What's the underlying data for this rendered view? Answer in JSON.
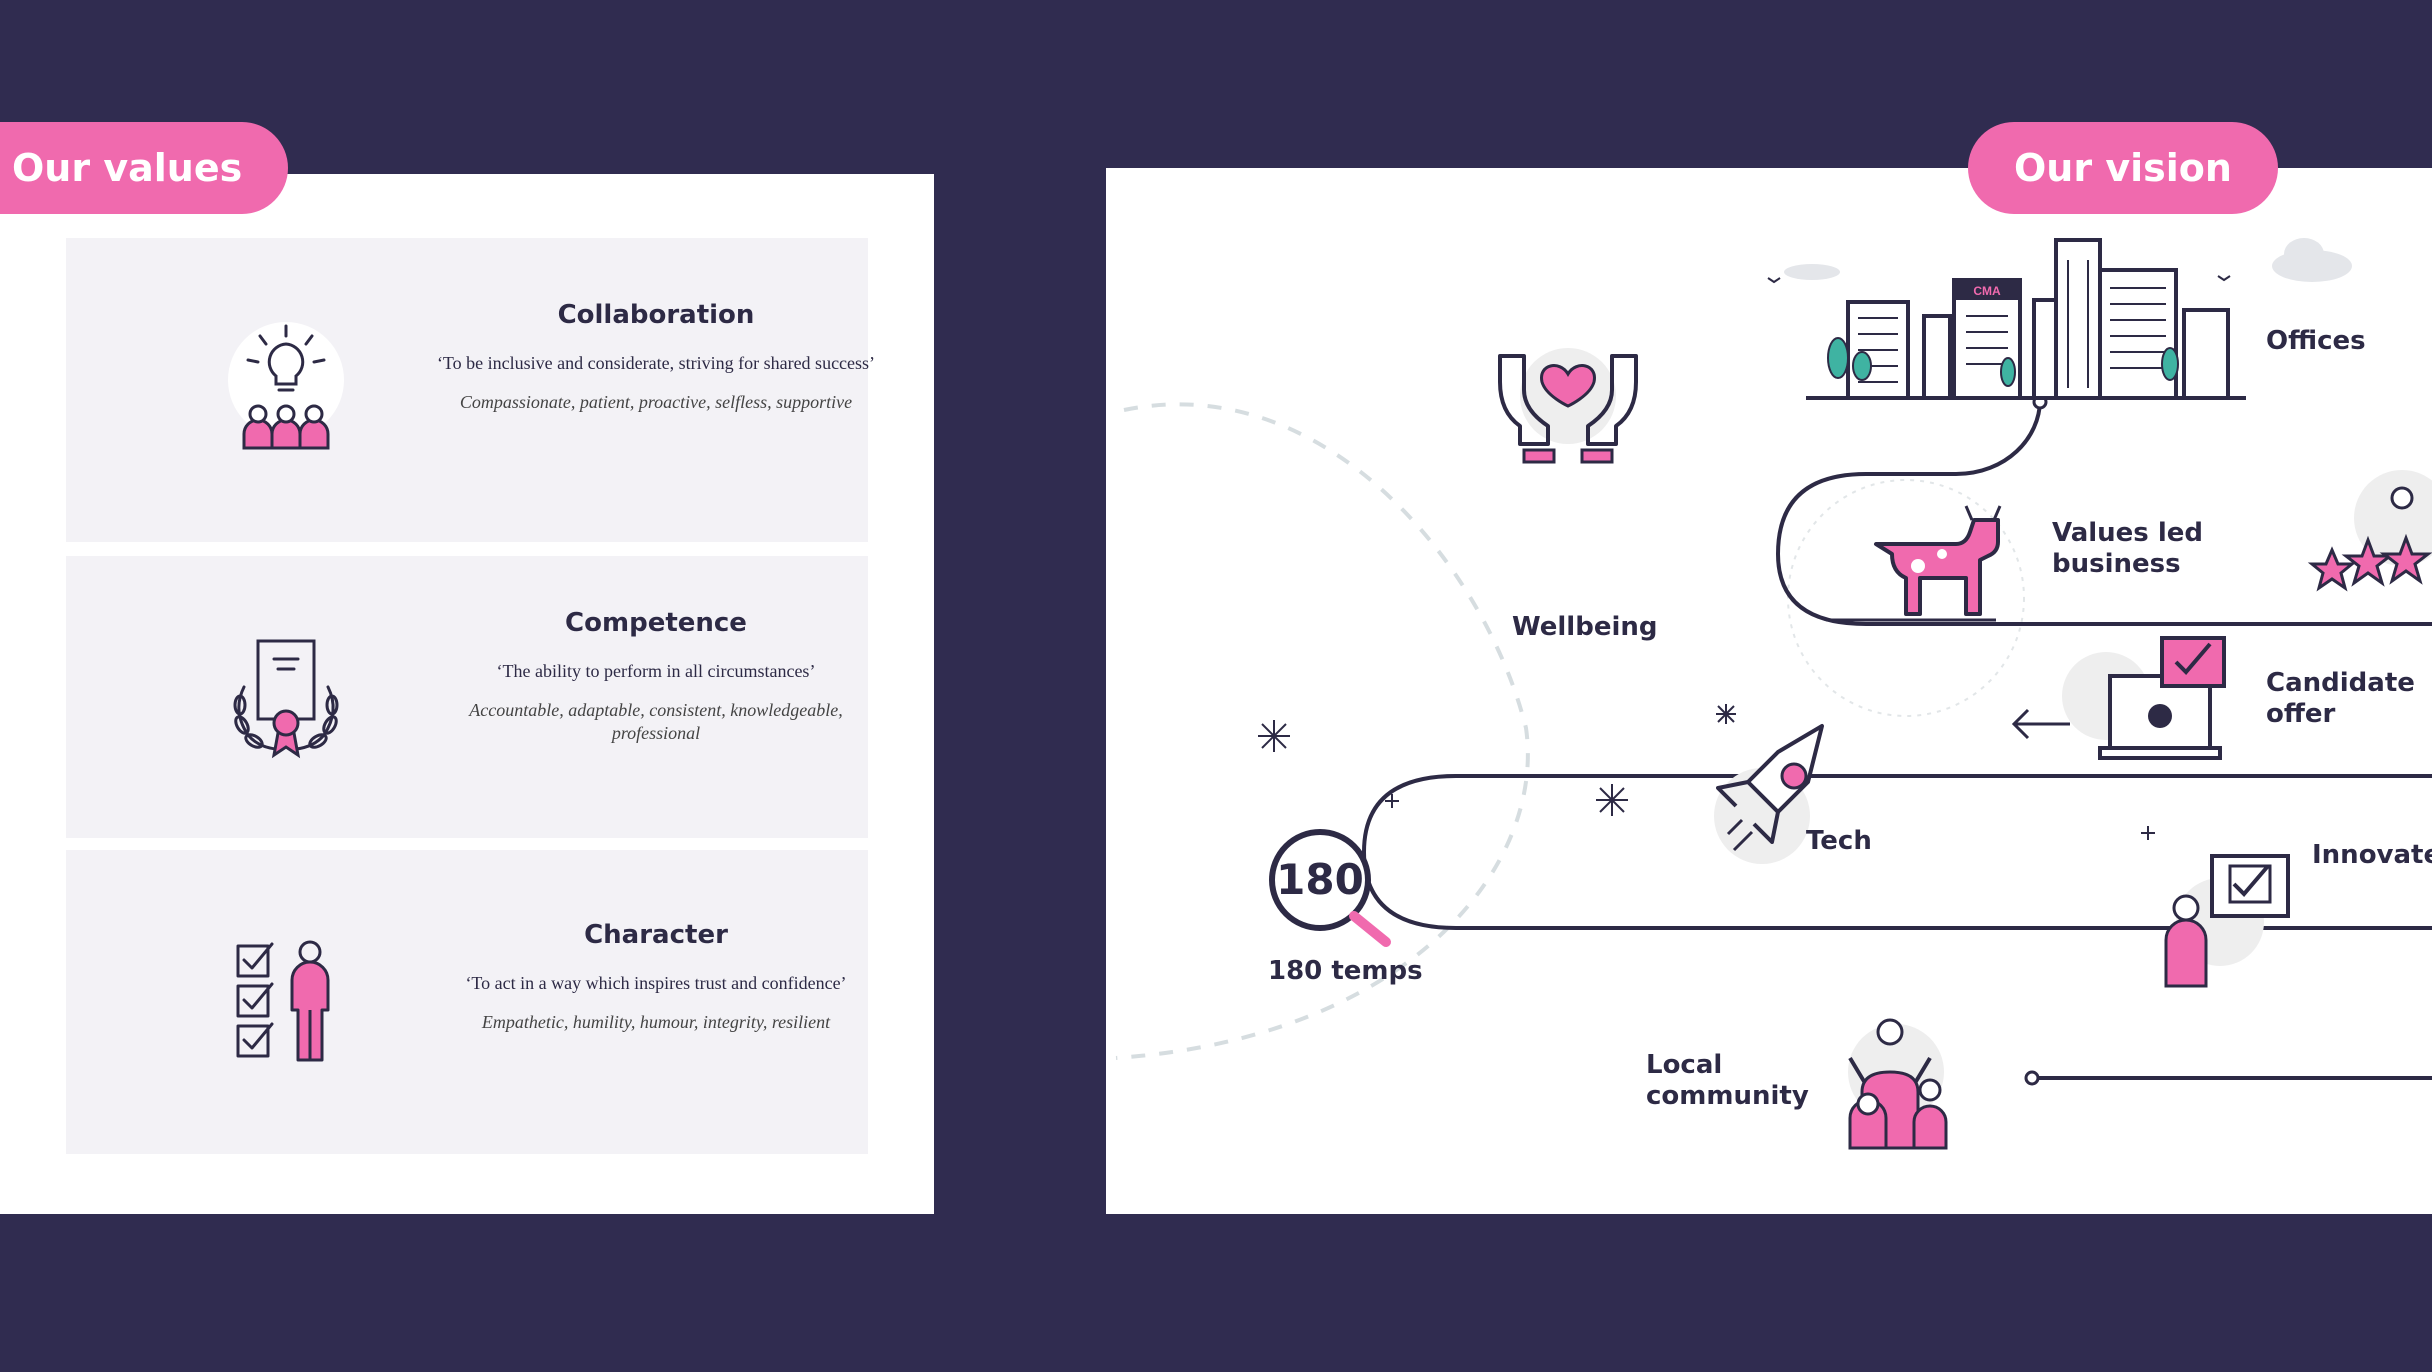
{
  "values": {
    "pill_label": "Our values",
    "cards": [
      {
        "title": "Collaboration",
        "quote": "‘To be inclusive and considerate, striving for shared success’",
        "traits": "Compassionate, patient, proactive, selfless, supportive",
        "icon": "lightbulb-team-icon"
      },
      {
        "title": "Competence",
        "quote": "‘The ability to perform in all circumstances’",
        "traits": "Accountable, adaptable, consistent, knowledgeable, professional",
        "icon": "certificate-laurel-icon"
      },
      {
        "title": "Character",
        "quote": "‘To act in a way which inspires trust and confidence’",
        "traits": "Empathetic, humility, humour, integrity, resilient",
        "icon": "checklist-person-icon"
      }
    ]
  },
  "vision": {
    "pill_label": "Our vision",
    "city_sign": "CMA",
    "labels": {
      "offices": "Offices",
      "values_led": "Values led\nbusiness",
      "wellbeing": "Wellbeing",
      "candidate_offer": "Candidate\noffer",
      "tech": "Tech",
      "innovate": "Innovate",
      "temps_number": "180",
      "temps": "180 temps",
      "local_community": "Local\ncommunity"
    }
  },
  "colors": {
    "background": "#302c50",
    "accent": "#f06aae",
    "ink": "#2d2a45",
    "card": "#f3f2f6",
    "teal": "#3fb3a2"
  }
}
